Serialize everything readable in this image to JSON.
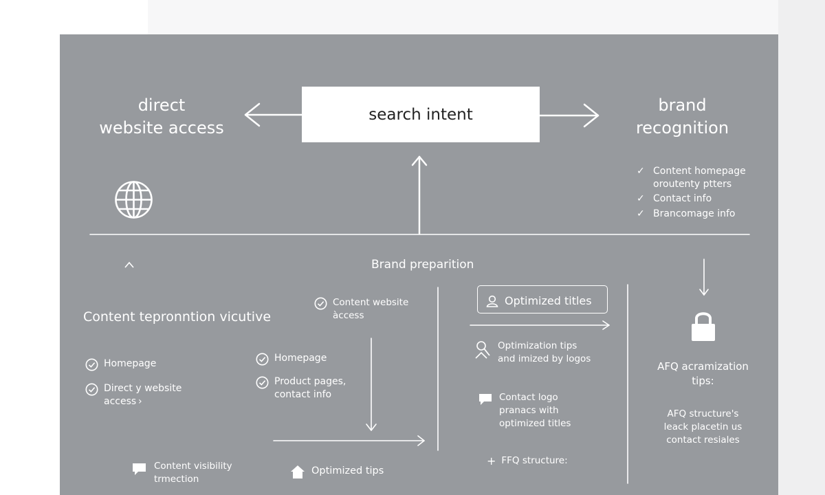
{
  "nodes": {
    "direct_website_access": "direct\nwebsite access",
    "search_intent": "search intent",
    "brand_recognition": "brand\nrecognition",
    "brand_preparation": "Brand preparition",
    "content_heading": "Content tepronntion vicutive",
    "optimized_titles": "Optimized titles",
    "afq_tips": "AFQ acramization\ntips:",
    "afq_structure_note": "AFQ structure's\nleack placetin us\ncontact resiales"
  },
  "brand_checklist": [
    "Content homepage\noroutenty ptters",
    "Contact info",
    "Brancomage info"
  ],
  "left_checklist": [
    "Homepage",
    "Direct y website\naccess ›"
  ],
  "middle_top_check": "Content website\nàccess",
  "middle_checklist": [
    "Homepage",
    "Product pages,\ncontact info"
  ],
  "right_items": {
    "optimization_tips": "Optimization tips\nand imized by logos",
    "contact_logo": "Contact logo\npranacs with\noptimized titles",
    "afq_structure": "FFQ structure:"
  },
  "footer_items": {
    "content_visibility": "Content visibility\ntrmection",
    "optimized_tips": "Optimized tips"
  },
  "icons": [
    "globe-icon",
    "caret-up-icon",
    "check-circle-icon",
    "user-icon",
    "search-person-icon",
    "chat-bubble-icon",
    "plus-icon",
    "lock-icon",
    "home-icon"
  ]
}
